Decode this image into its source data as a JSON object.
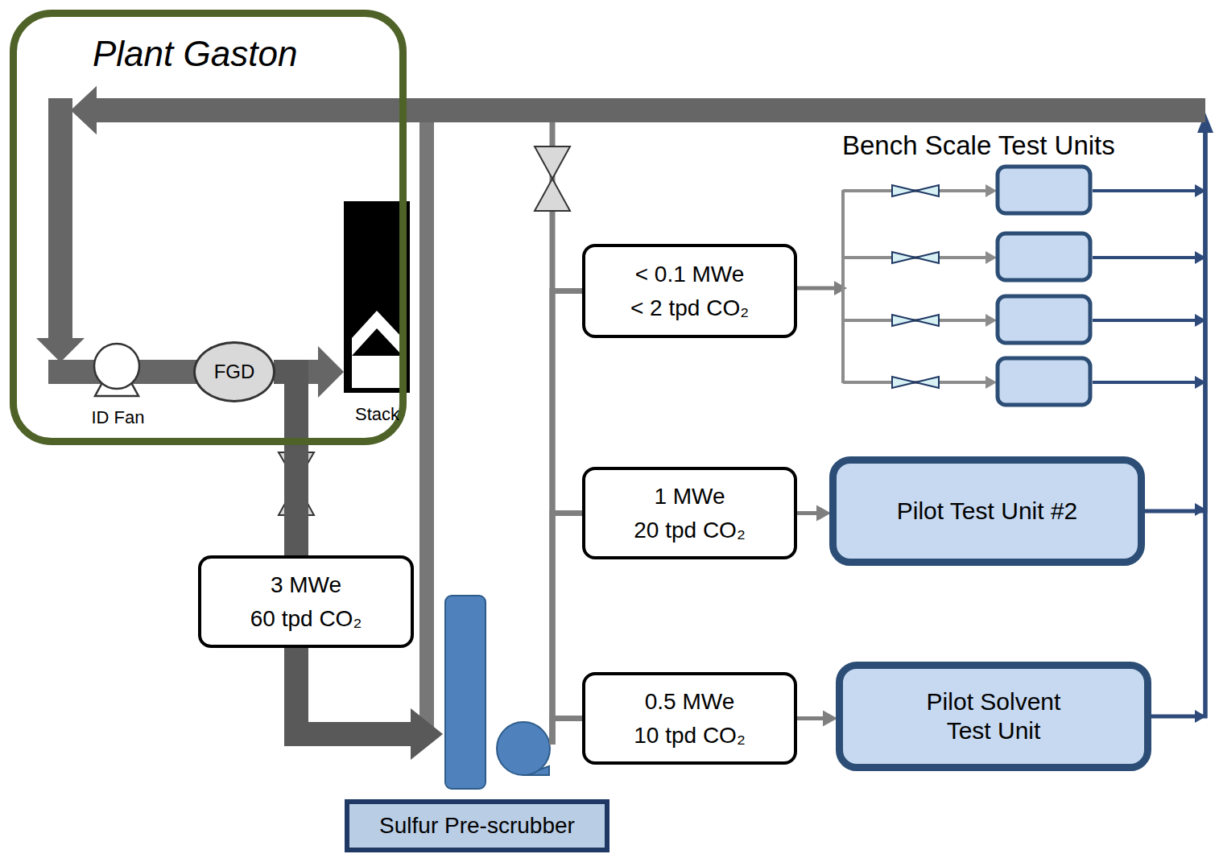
{
  "diagram": {
    "nodes": [
      {
        "text": [
          "Plant Gaston"
        ]
      },
      {
        "text": [
          "ID Fan"
        ],
        "in": 0
      },
      {
        "text": [
          "FGD"
        ],
        "in": 0
      },
      {
        "text": [
          "Stack"
        ],
        "in": 0
      },
      {
        "text": [
          "3 MWe",
          "60 tpd CO₂"
        ]
      },
      {
        "text": [
          "Sulfur Pre-scrubber"
        ]
      },
      {
        "text": [
          "< 0.1 MWe",
          "< 2 tpd CO₂"
        ]
      },
      {
        "text": [
          "1  MWe",
          "20  tpd  CO₂"
        ]
      },
      {
        "text": [
          "0.5  MWe",
          "10  tpd  CO₂"
        ]
      },
      {
        "text": [
          "Pilot Test Unit #2"
        ]
      },
      {
        "text": [
          "Pilot Solvent Test Unit"
        ]
      }
    ],
    "edges": [
      {
        "from": 1,
        "to": 2,
        "arrow": "none"
      },
      {
        "from": 2,
        "to": 3,
        "arrow": "to"
      },
      {
        "from": 2,
        "to": 4,
        "arrow": "none"
      },
      {
        "from": 4,
        "to": 5,
        "arrow": "to"
      },
      {
        "from": 5,
        "to": 6,
        "arrow": "none"
      },
      {
        "from": 5,
        "to": 7,
        "arrow": "none"
      },
      {
        "from": 5,
        "to": 8,
        "arrow": "none"
      },
      {
        "from": 7,
        "to": 9,
        "arrow": "to"
      },
      {
        "from": 8,
        "to": 10,
        "arrow": "to"
      },
      {
        "from": 9,
        "to": 0,
        "arrow": "to"
      },
      {
        "from": 10,
        "to": 0,
        "arrow": "to"
      }
    ],
    "labels": [
      "Bench Scale Test Units"
    ]
  }
}
